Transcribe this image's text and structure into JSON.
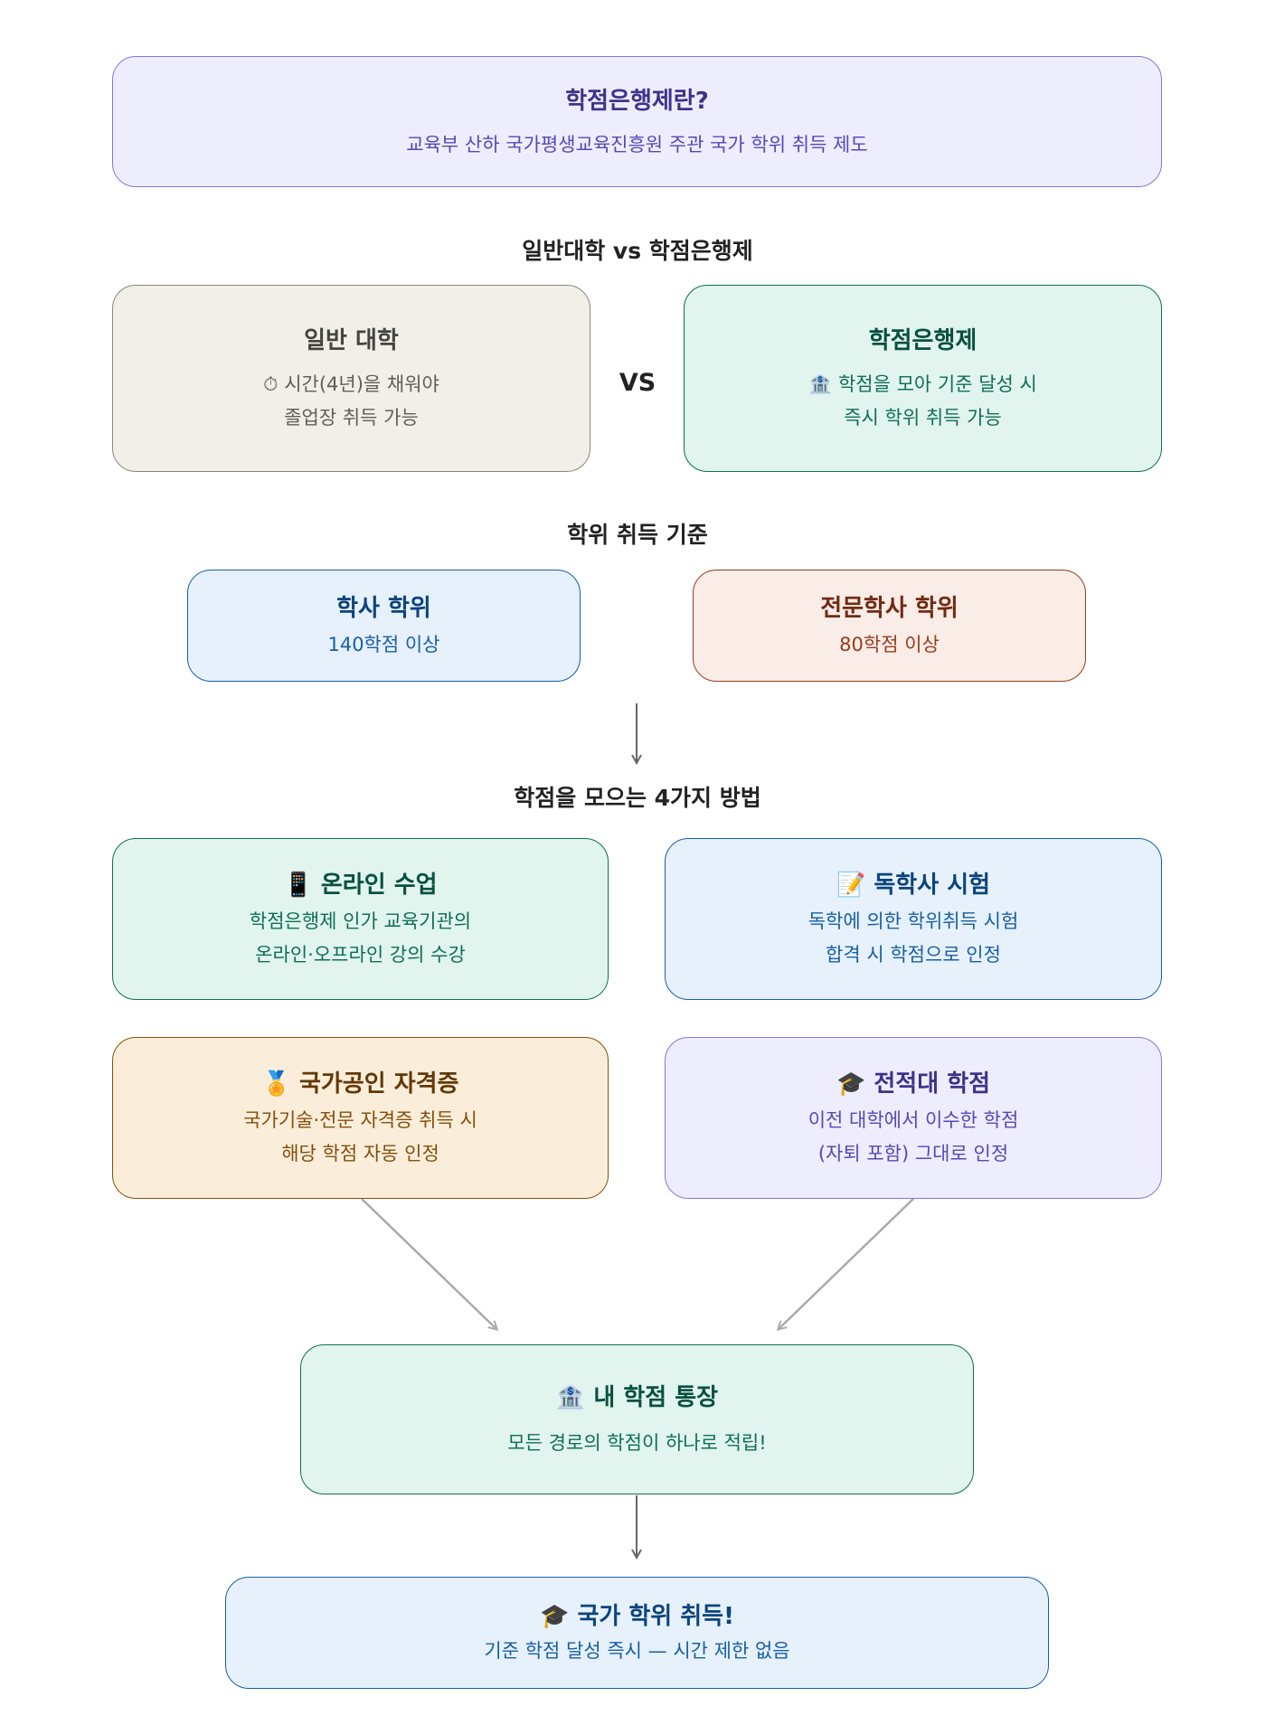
{
  "intro": {
    "title": "학점은행제란?",
    "subtitle": "교육부 산하 국가평생교육진흥원 주관 국가 학위 취득 제도"
  },
  "compare": {
    "heading": "일반대학 vs 학점은행제",
    "vs": "VS",
    "left": {
      "title": "일반 대학",
      "icon": "⏱",
      "line1": "시간(4년)을 채워야",
      "line2": "졸업장 취득 가능"
    },
    "right": {
      "title": "학점은행제",
      "icon": "🏦",
      "line1": "학점을 모아 기준 달성 시",
      "line2": "즉시 학위 취득 가능"
    }
  },
  "criteria": {
    "heading": "학위 취득 기준",
    "bachelor": {
      "title": "학사 학위",
      "value": "140학점 이상"
    },
    "associate": {
      "title": "전문학사 학위",
      "value": "80학점 이상"
    }
  },
  "methods": {
    "heading": "학점을 모으는 4가지 방법",
    "items": [
      {
        "icon": "📱",
        "title": "온라인 수업",
        "line1": "학점은행제 인가 교육기관의",
        "line2": "온라인·오프라인 강의 수강"
      },
      {
        "icon": "📝",
        "title": "독학사 시험",
        "line1": "독학에 의한 학위취득 시험",
        "line2": "합격 시 학점으로 인정"
      },
      {
        "icon": "🏅",
        "title": "국가공인 자격증",
        "line1": "국가기술·전문 자격증 취득 시",
        "line2": "해당 학점 자동 인정"
      },
      {
        "icon": "🎓",
        "title": "전적대 학점",
        "line1": "이전 대학에서 이수한 학점",
        "line2": "(자퇴 포함) 그대로 인정"
      }
    ]
  },
  "account": {
    "icon": "🏦",
    "title": "내 학점 통장",
    "subtitle": "모든 경로의 학점이 하나로 적립!"
  },
  "result": {
    "icon": "🎓",
    "title": "국가 학위 취득!",
    "subtitle": "기준 학점 달성 즉시 — 시간 제한 없음"
  },
  "colors": {
    "arrow": "#666666",
    "arrow_light": "#aaaaaa"
  }
}
